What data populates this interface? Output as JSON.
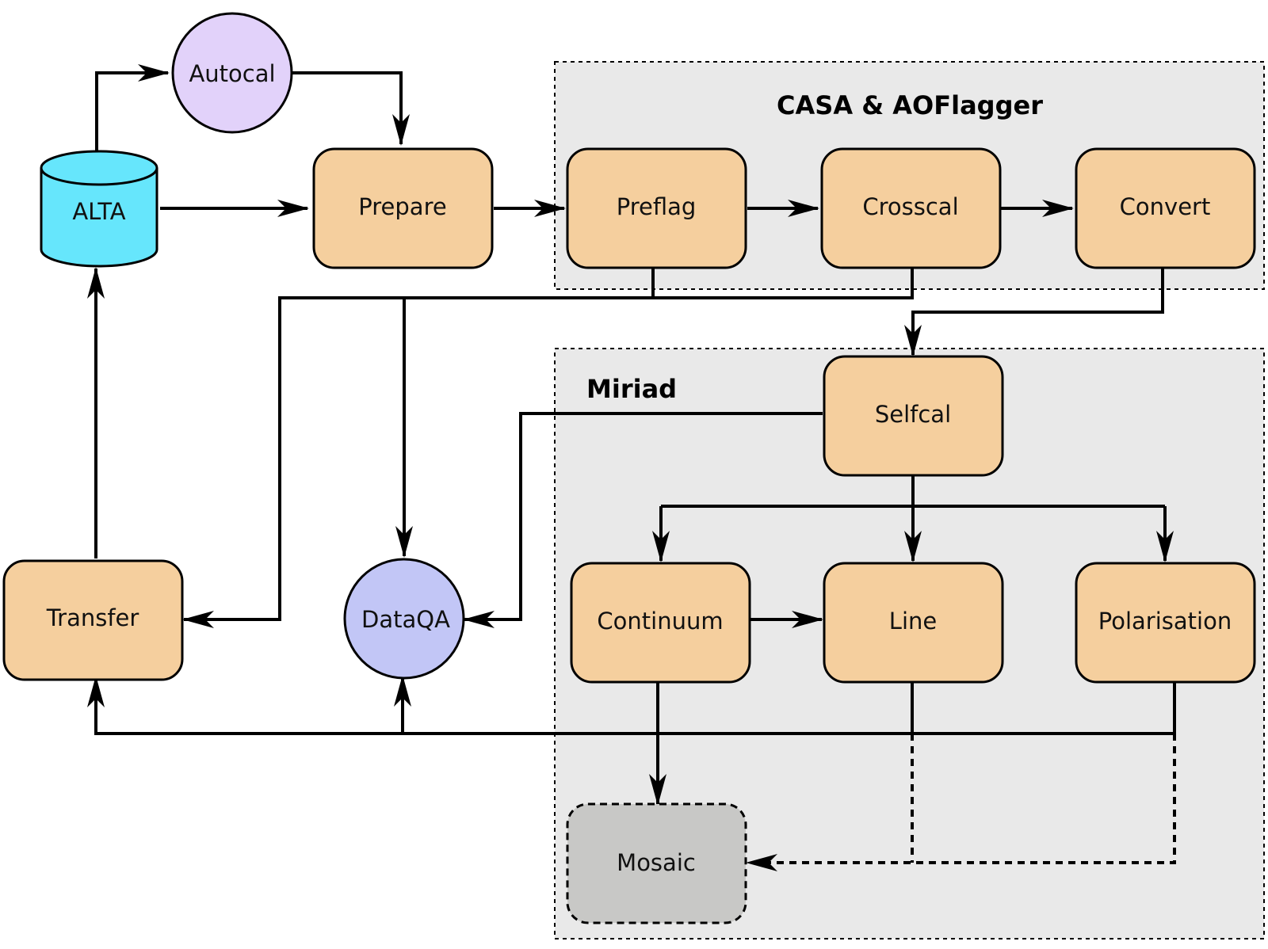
{
  "groups": {
    "casa": {
      "label": "CASA & AOFlagger"
    },
    "miriad": {
      "label": "Miriad"
    }
  },
  "nodes": {
    "alta": {
      "label": "ALTA",
      "shape": "cylinder"
    },
    "autocal": {
      "label": "Autocal",
      "shape": "circle"
    },
    "prepare": {
      "label": "Prepare",
      "shape": "rounded-box"
    },
    "preflag": {
      "label": "Preflag",
      "shape": "rounded-box"
    },
    "crosscal": {
      "label": "Crosscal",
      "shape": "rounded-box"
    },
    "convert": {
      "label": "Convert",
      "shape": "rounded-box"
    },
    "selfcal": {
      "label": "Selfcal",
      "shape": "rounded-box"
    },
    "continuum": {
      "label": "Continuum",
      "shape": "rounded-box"
    },
    "line": {
      "label": "Line",
      "shape": "rounded-box"
    },
    "polarisation": {
      "label": "Polarisation",
      "shape": "rounded-box"
    },
    "mosaic": {
      "label": "Mosaic",
      "shape": "dashed-rounded-box"
    },
    "transfer": {
      "label": "Transfer",
      "shape": "rounded-box"
    },
    "dataqa": {
      "label": "DataQA",
      "shape": "circle"
    }
  },
  "edges": [
    {
      "from": "alta",
      "to": "autocal",
      "style": "solid"
    },
    {
      "from": "autocal",
      "to": "prepare",
      "style": "solid"
    },
    {
      "from": "alta",
      "to": "prepare",
      "style": "solid"
    },
    {
      "from": "prepare",
      "to": "preflag",
      "style": "solid"
    },
    {
      "from": "preflag",
      "to": "crosscal",
      "style": "solid"
    },
    {
      "from": "crosscal",
      "to": "convert",
      "style": "solid"
    },
    {
      "from": "convert",
      "to": "selfcal",
      "style": "solid"
    },
    {
      "from": "preflag",
      "to": "dataqa",
      "style": "solid"
    },
    {
      "from": "crosscal",
      "to": "dataqa",
      "style": "solid"
    },
    {
      "from": "preflag",
      "to": "transfer",
      "style": "solid"
    },
    {
      "from": "selfcal",
      "to": "dataqa",
      "style": "solid"
    },
    {
      "from": "selfcal",
      "to": "continuum",
      "style": "solid"
    },
    {
      "from": "selfcal",
      "to": "line",
      "style": "solid"
    },
    {
      "from": "selfcal",
      "to": "polarisation",
      "style": "solid"
    },
    {
      "from": "continuum",
      "to": "line",
      "style": "solid"
    },
    {
      "from": "continuum",
      "to": "mosaic",
      "style": "solid"
    },
    {
      "from": "line",
      "to": "mosaic",
      "style": "dashed"
    },
    {
      "from": "polarisation",
      "to": "mosaic",
      "style": "dashed"
    },
    {
      "from": "polarisation",
      "to": "dataqa",
      "style": "solid"
    },
    {
      "from": "polarisation",
      "to": "transfer",
      "style": "solid"
    },
    {
      "from": "transfer",
      "to": "alta",
      "style": "solid"
    }
  ],
  "colors": {
    "box_fill": "#f5cf9e",
    "alta_fill": "#66e6fc",
    "autocal_fill": "#e2d2fa",
    "dataqa_fill": "#c2c6f6",
    "mosaic_fill": "#c8c8c6",
    "group_fill": "#e9e9e9",
    "stroke": "#000000"
  }
}
